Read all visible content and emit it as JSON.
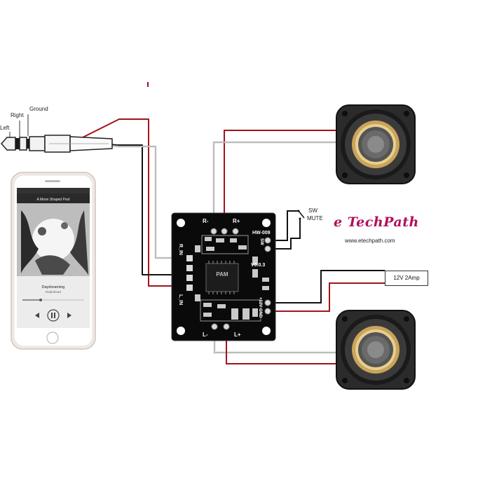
{
  "jack": {
    "left_label": "Left",
    "right_label": "Right",
    "ground_label": "Ground"
  },
  "phone": {
    "album_title": "A Moon Shaped Pool",
    "track_title": "Daydreaming",
    "artist": "Radiohead"
  },
  "board": {
    "model": "HW-009",
    "version": "V0.0.3",
    "r_minus": "R-",
    "r_plus": "R+",
    "l_minus": "L-",
    "l_plus": "L+",
    "r_in": "R_IN",
    "l_in": "L_IN",
    "sw_pin": "SW",
    "gnd_12v": "+12V GND",
    "chip_brand": "PAM"
  },
  "switch": {
    "label_line1": "SW",
    "label_line2": "MUTE"
  },
  "power": {
    "label": "12V  2Amp"
  },
  "brand": {
    "logo": "e TechPath",
    "url": "www.etechpath.com"
  },
  "colors": {
    "wire_red": "#a0141c",
    "wire_black": "#111111",
    "wire_white": "#bdbdbd",
    "board": "#0a0a0a",
    "speaker_cone": "#3a3a3a",
    "speaker_ring": "#c9a45a"
  }
}
